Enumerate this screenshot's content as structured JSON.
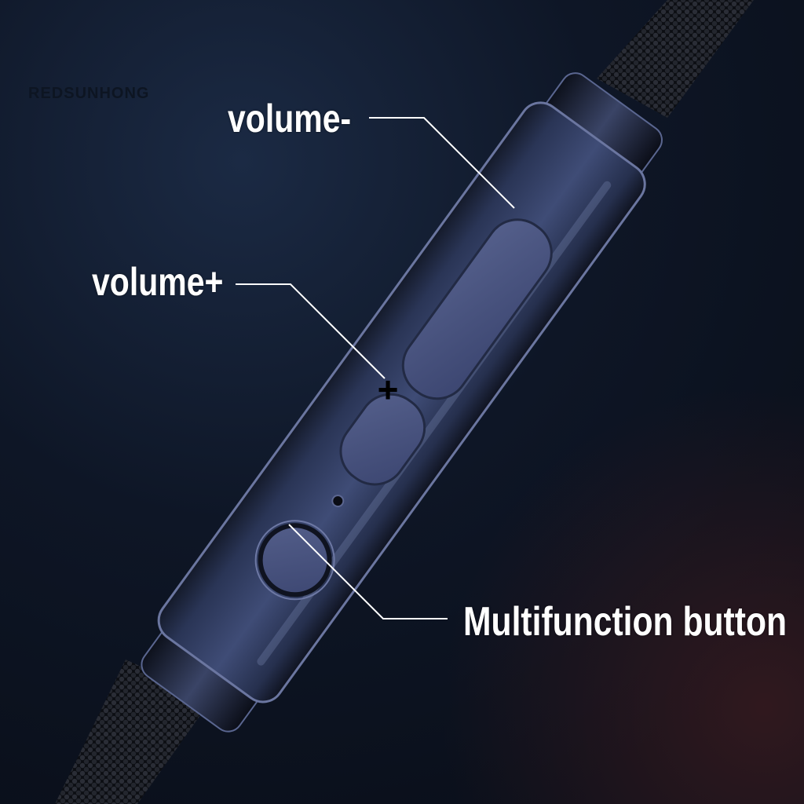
{
  "watermark": "REDSUNHONG",
  "callouts": {
    "volume_down": "volume-",
    "volume_up": "volume+",
    "multifunction": "Multifunction button"
  },
  "plus_symbol": "+",
  "colors": {
    "background": "#0c1422",
    "remote_body": "#3d4a72",
    "button": "#4a5480",
    "cable": "#111318",
    "text": "#ffffff"
  }
}
